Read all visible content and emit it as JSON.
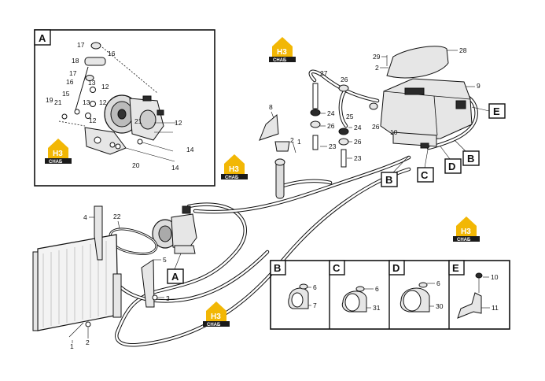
{
  "inset_a": {
    "letter": "A"
  },
  "inset_b": {
    "letter": "B"
  },
  "inset_c": {
    "letter": "C"
  },
  "inset_d": {
    "letter": "D"
  },
  "inset_e": {
    "letter": "E"
  },
  "callouts": {
    "a_main": "A",
    "b_main": "B",
    "c_main": "C",
    "d_main": "D",
    "b_right": "B",
    "e_main": "E"
  },
  "logo": {
    "top": "H3",
    "bottom": "СНАБ"
  },
  "labels": {
    "a17a": "17",
    "a16a": "16",
    "a18": "18",
    "a17b": "17",
    "a16b": "16",
    "a13a": "13",
    "a12a": "12",
    "a15": "15",
    "a19": "19",
    "a21a": "21",
    "a13b": "13",
    "a12b": "12",
    "a12c": "12",
    "a12d": "12",
    "a21b": "21",
    "a14a": "14",
    "a20": "20",
    "a14b": "14",
    "m29": "29",
    "m28": "28",
    "m2a": "2",
    "m9": "9",
    "m27": "27",
    "m26a": "26",
    "m25": "25",
    "m24a": "24",
    "m26b": "26",
    "m24b": "24",
    "m26c": "26",
    "m26d": "26",
    "m23a": "23",
    "m23b": "23",
    "m8": "8",
    "m2b": "2",
    "m1a": "1",
    "m10": "10",
    "m4": "4",
    "m22": "22",
    "m5": "5",
    "m3": "3",
    "m1b": "1",
    "m2c": "2",
    "b6": "6",
    "b7": "7",
    "c6": "6",
    "c31": "31",
    "d6": "6",
    "d30": "30",
    "e10": "10",
    "e11": "11"
  }
}
